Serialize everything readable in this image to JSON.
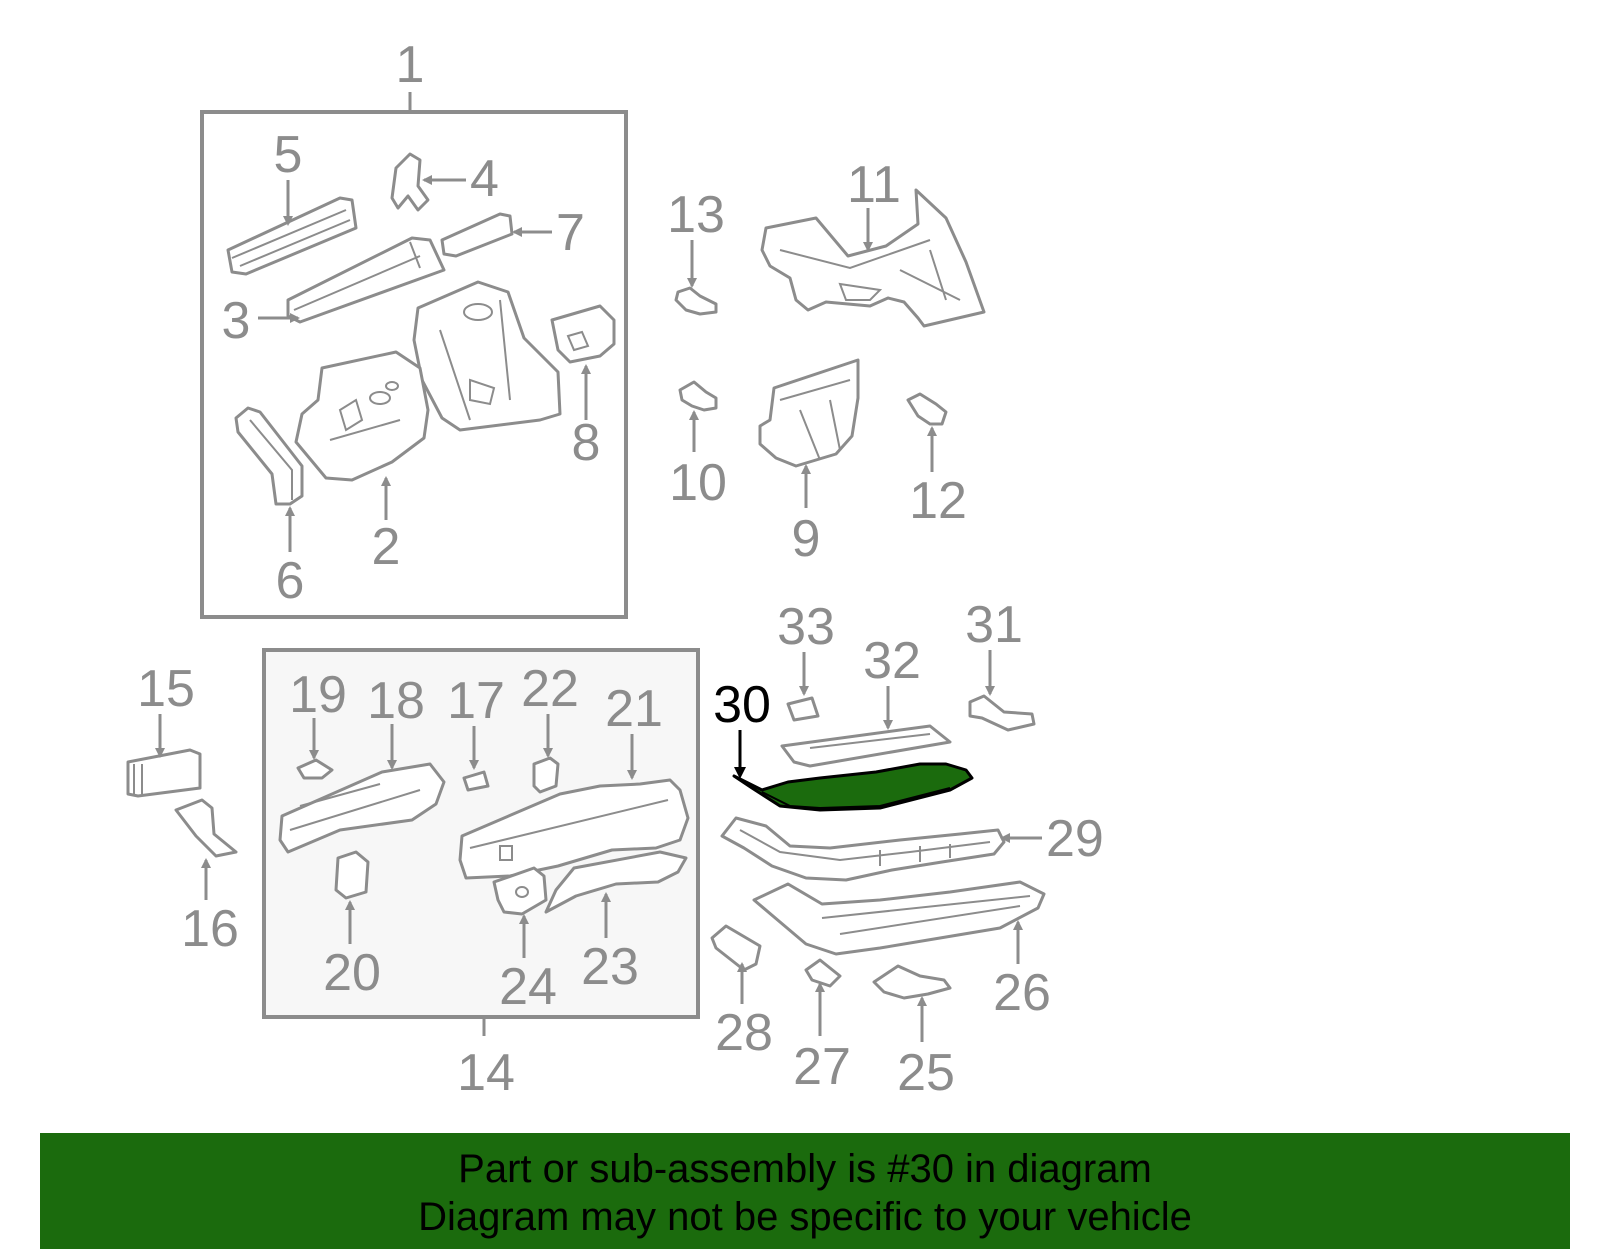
{
  "diagram": {
    "highlight_color": "#1b6b0d",
    "callouts": {
      "c1": "1",
      "c2": "2",
      "c3": "3",
      "c4": "4",
      "c5": "5",
      "c6": "6",
      "c7": "7",
      "c8": "8",
      "c9": "9",
      "c10": "10",
      "c11": "11",
      "c12": "12",
      "c13": "13",
      "c14": "14",
      "c15": "15",
      "c16": "16",
      "c17": "17",
      "c18": "18",
      "c19": "19",
      "c20": "20",
      "c21": "21",
      "c22": "22",
      "c23": "23",
      "c24": "24",
      "c25": "25",
      "c26": "26",
      "c27": "27",
      "c28": "28",
      "c29": "29",
      "c30": "30",
      "c31": "31",
      "c32": "32",
      "c33": "33"
    }
  },
  "banner": {
    "line1": "Part or sub-assembly is #30 in diagram",
    "line2": "Diagram may not be specific to your vehicle",
    "background": "#1b6b0d"
  }
}
